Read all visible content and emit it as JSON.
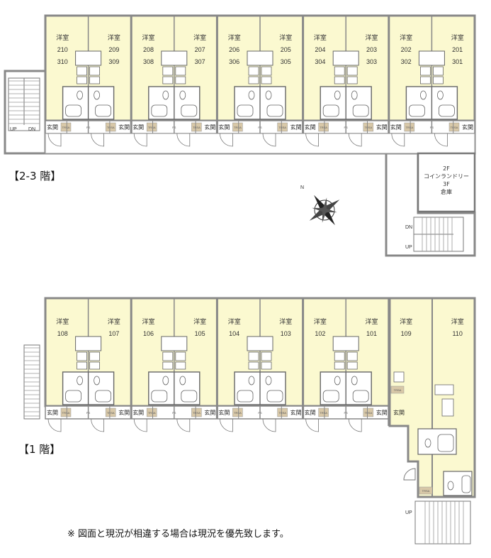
{
  "floor_23": {
    "label": "【2-3 階】",
    "room_label": "洋室",
    "rooms": [
      {
        "top": "210",
        "bottom": "310"
      },
      {
        "top": "209",
        "bottom": "309"
      },
      {
        "top": "208",
        "bottom": "308"
      },
      {
        "top": "207",
        "bottom": "307"
      },
      {
        "top": "206",
        "bottom": "306"
      },
      {
        "top": "205",
        "bottom": "305"
      },
      {
        "top": "204",
        "bottom": "304"
      },
      {
        "top": "203",
        "bottom": "303"
      },
      {
        "top": "202",
        "bottom": "302"
      },
      {
        "top": "201",
        "bottom": "301"
      }
    ],
    "common": {
      "l1": "2F",
      "l2": "コインランドリー",
      "l3": "3F",
      "l4": "倉庫"
    },
    "stairs_left": {
      "up": "UP",
      "dn": "DN"
    },
    "stairs_right": {
      "dn": "DN",
      "up": "UP"
    }
  },
  "floor_1": {
    "label": "【1 階】",
    "room_label": "洋室",
    "rooms": [
      "108",
      "107",
      "106",
      "105",
      "104",
      "103",
      "102",
      "101",
      "109",
      "110"
    ],
    "stairs_right": {
      "up": "UP"
    }
  },
  "entrance_label": "玄関",
  "pantry_label": "PS",
  "trunk_label": "TRSA",
  "compass": {
    "north": "N"
  },
  "note": "※ 図面と現況が相違する場合は現況を優先致します。"
}
